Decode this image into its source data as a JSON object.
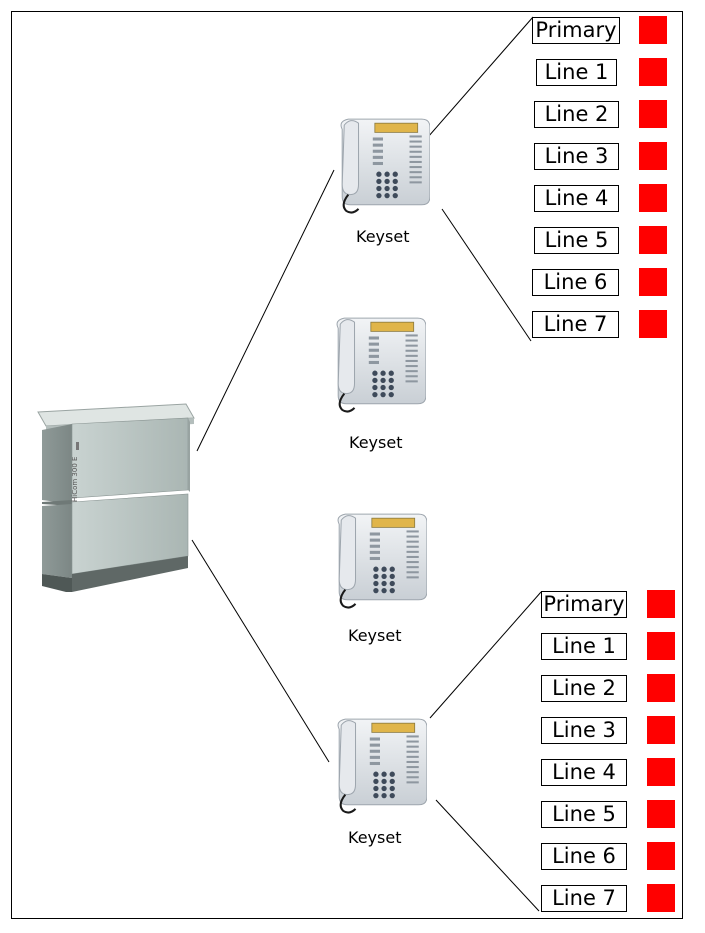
{
  "diagram": {
    "pbx": {
      "label": "HiCom 300 E"
    },
    "keysets": [
      {
        "caption": "Keyset"
      },
      {
        "caption": "Keyset"
      },
      {
        "caption": "Keyset"
      },
      {
        "caption": "Keyset"
      }
    ],
    "line_groups": [
      {
        "labels": [
          "Primary",
          "Line 1",
          "Line 2",
          "Line 3",
          "Line 4",
          "Line 5",
          "Line 6",
          "Line 7"
        ]
      },
      {
        "labels": [
          "Primary",
          "Line 1",
          "Line 2",
          "Line 3",
          "Line 4",
          "Line 5",
          "Line 6",
          "Line 7"
        ]
      }
    ],
    "colors": {
      "indicator": "#ff0000",
      "line": "#000000"
    }
  }
}
